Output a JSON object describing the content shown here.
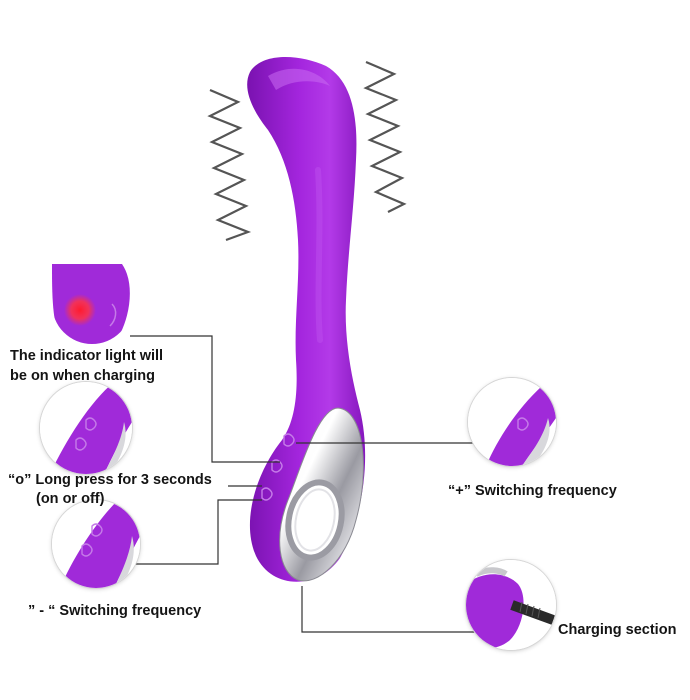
{
  "labels": {
    "indicator_line1": "The indicator light will",
    "indicator_line2": "be on when charging",
    "power_line1": "“o” Long press for 3 seconds",
    "power_line2": "(on or off)",
    "plus": "“+” Switching frequency",
    "minus": "” - “ Switching frequency",
    "charging": "Charging section"
  },
  "colors": {
    "product": "#9d1fd6",
    "product_dark": "#7412a8",
    "chrome": "#c8c8cc",
    "indicator": "#ff1a2e",
    "leader_line": "#333333"
  },
  "icons": {
    "vibration_left": "vibration-zigzag-icon",
    "vibration_right": "vibration-zigzag-icon",
    "indicator": "indicator-light-icon"
  }
}
